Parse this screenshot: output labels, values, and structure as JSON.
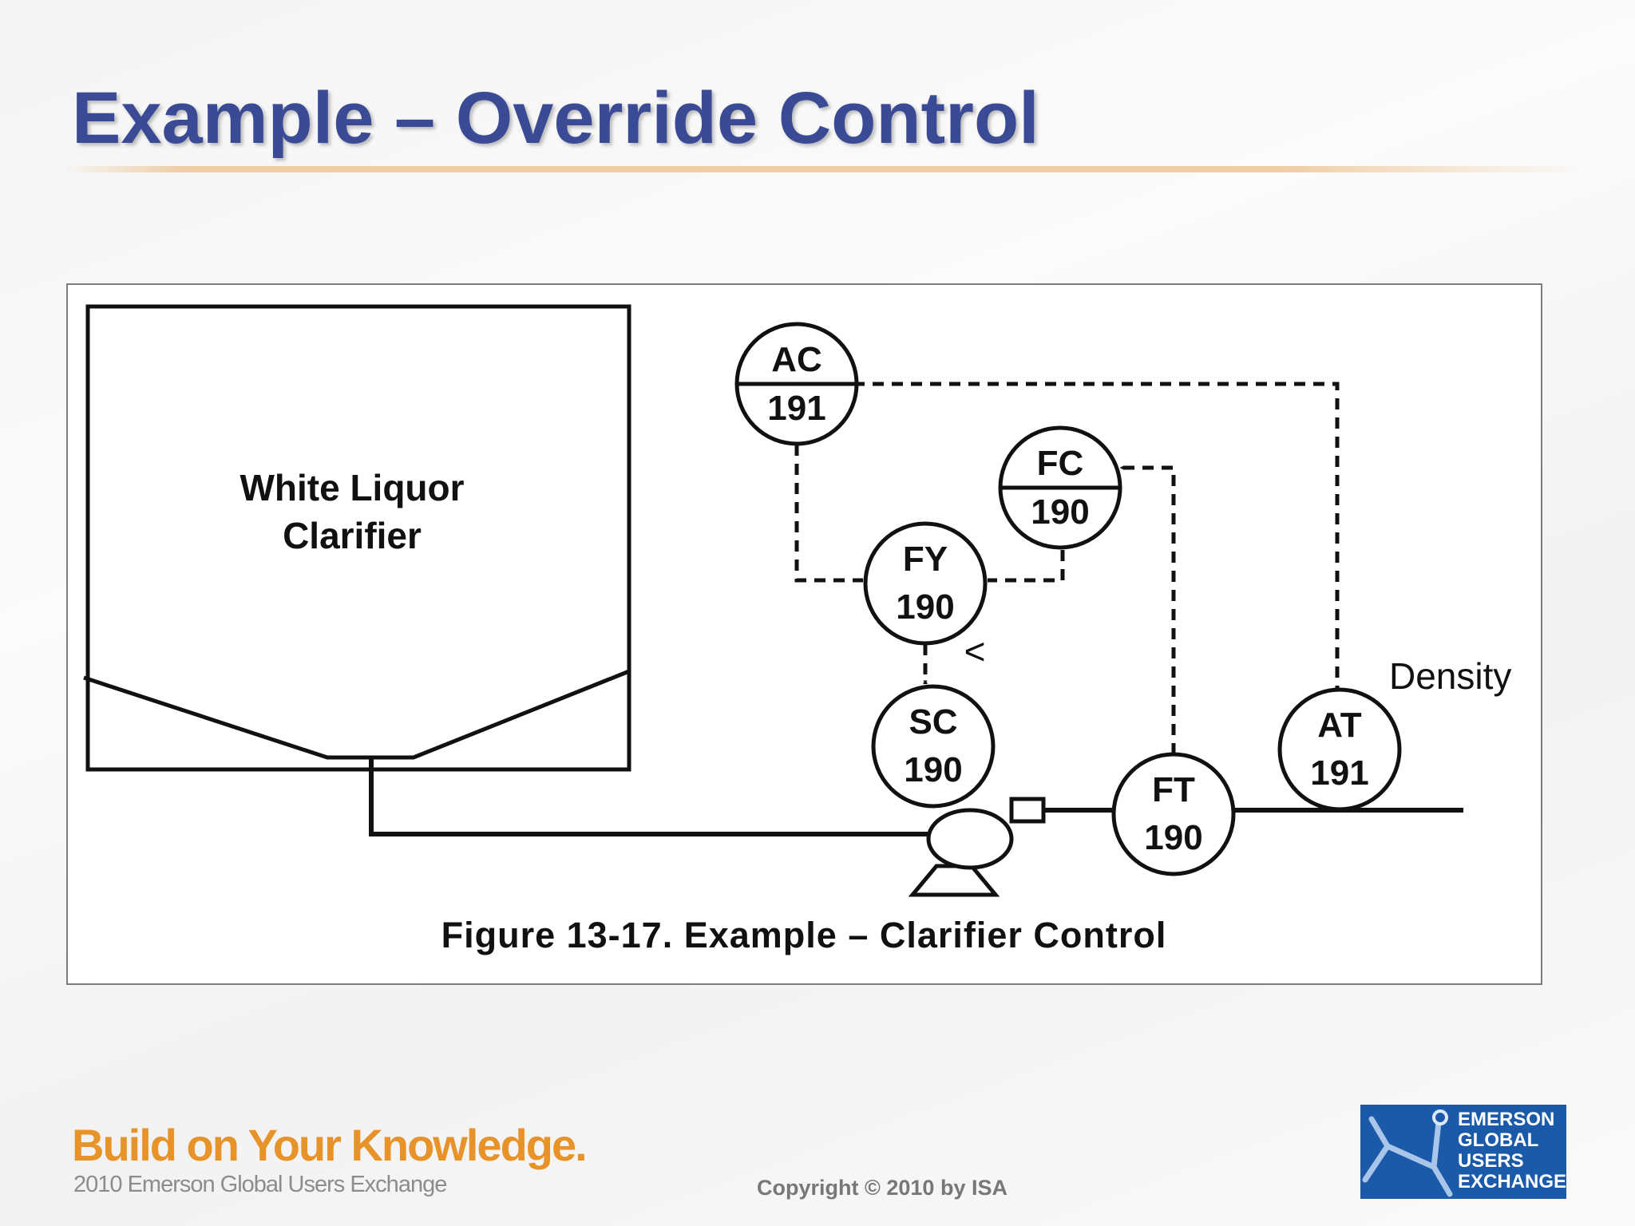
{
  "slide": {
    "title": "Example – Override Control",
    "tagline": "Build on Your Knowledge.",
    "subline": "2010 Emerson Global Users Exchange",
    "copyright": "Copyright © 2010 by ISA"
  },
  "logo": {
    "lines": [
      "EMERSON",
      "GLOBAL",
      "USERS",
      "EXCHANGE"
    ],
    "color": "#1a5aa8"
  },
  "diagram": {
    "vessel_label_line1": "White Liquor",
    "vessel_label_line2": "Clarifier",
    "density_label": "Density",
    "selector_symbol": "<",
    "caption": "Figure 13-17. Example – Clarifier Control",
    "instruments": {
      "ac191": {
        "letters": "AC",
        "number": "191"
      },
      "fc190": {
        "letters": "FC",
        "number": "190"
      },
      "fy190": {
        "letters": "FY",
        "number": "190"
      },
      "sc190": {
        "letters": "SC",
        "number": "190"
      },
      "ft190": {
        "letters": "FT",
        "number": "190"
      },
      "at191": {
        "letters": "AT",
        "number": "191"
      }
    }
  },
  "colors": {
    "title": "#3a4a94",
    "tagline": "#e8922a"
  }
}
